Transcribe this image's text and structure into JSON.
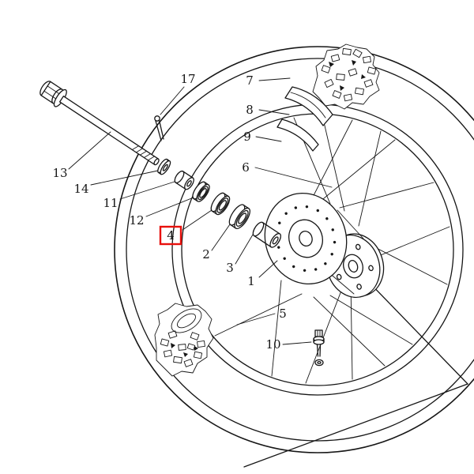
{
  "diagram": {
    "colors": {
      "line": "#161616",
      "background": "#ffffff",
      "highlight": "#e8100c"
    },
    "highlighted_part": "4",
    "labels": {
      "p1": "1",
      "p2": "2",
      "p3": "3",
      "p4": "4",
      "p5": "5",
      "p6": "6",
      "p7": "7",
      "p8": "8",
      "p9": "9",
      "p10": "10",
      "p11": "11",
      "p12": "12",
      "p13": "13",
      "p14": "14",
      "p17": "17"
    }
  }
}
